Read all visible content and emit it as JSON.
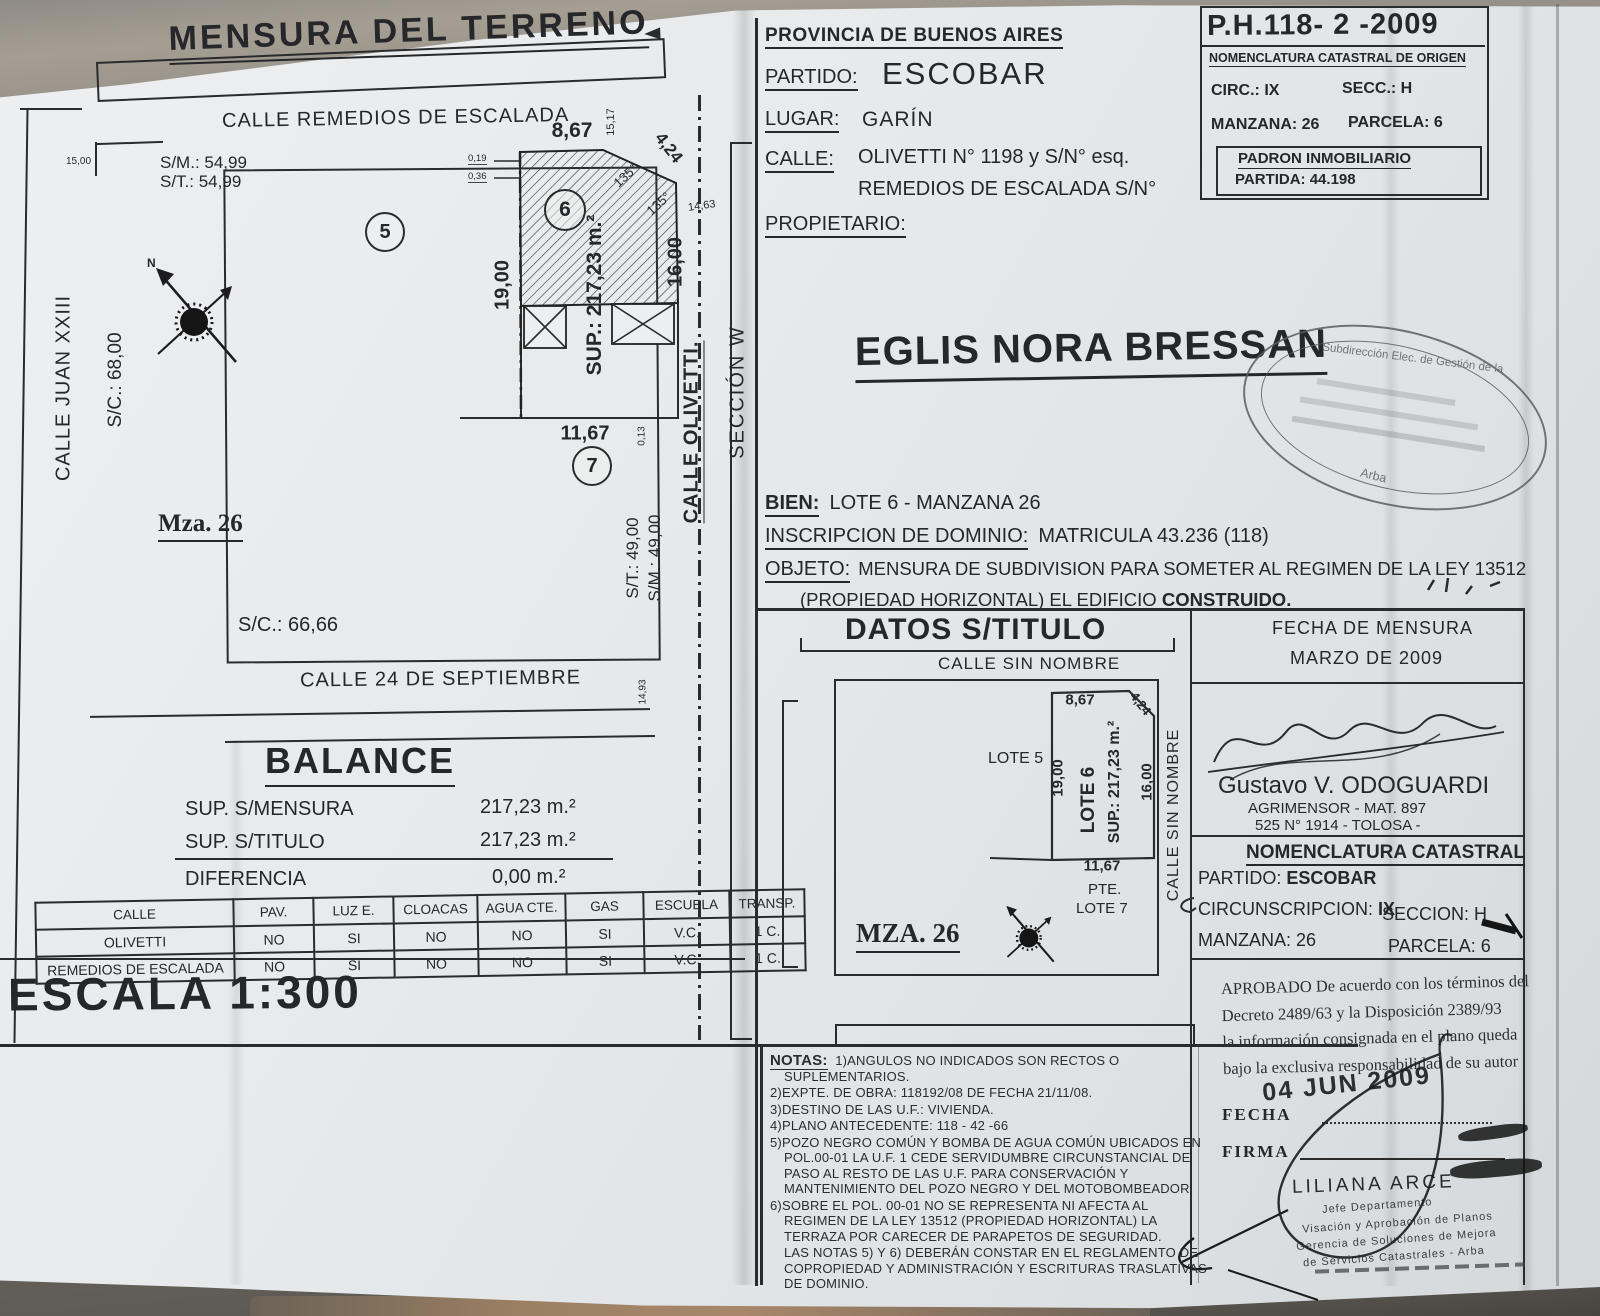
{
  "plan": {
    "title": "MENSURA DEL TERRENO",
    "calle_top": "CALLE  REMEDIOS DE ESCALADA",
    "calle_left": "CALLE  JUAN XXIII",
    "sc_left": "S/C.: 68,00",
    "calle_bottom": "CALLE  24 DE SEPTIEMBRE",
    "calle_right": "CALLE  OLIVETTI.",
    "seccion": "SECCIÓN  W",
    "mza": "Mza. 26",
    "sm_top": "S/M.: 54,99",
    "st_top": "S/T.: 54,99",
    "sc_bottom": "S/C.: 66,66",
    "st_right": "S/T.: 49,00",
    "sm_right": "S/M.: 49,00",
    "north": "N",
    "lot5": "5",
    "lot6": "6",
    "lot7": "7",
    "sup": "SUP.: 217,23 m.²",
    "dims": {
      "d867": "8,67",
      "d1517": "15,17",
      "d424": "4,24",
      "d019": "0,19",
      "d036": "0,36",
      "d1500": "15,00",
      "d1900": "19,00",
      "d1600": "16,00",
      "d1463": "14,63",
      "d1167": "11,67",
      "d013": "0,13",
      "d1493": "14,93",
      "a135a": "135°",
      "a135b": "135°"
    }
  },
  "balance": {
    "title": "BALANCE",
    "rows": [
      {
        "label": "SUP. S/MENSURA",
        "value": "217,23 m.²"
      },
      {
        "label": "SUP. S/TITULO",
        "value": "217,23 m.²"
      },
      {
        "label": "DIFERENCIA",
        "value": "0,00 m.²"
      }
    ]
  },
  "services": {
    "headers": [
      "CALLE",
      "PAV.",
      "LUZ E.",
      "CLOACAS",
      "AGUA CTE.",
      "GAS",
      "ESCUELA",
      "TRANSP."
    ],
    "rows": [
      [
        "OLIVETTI",
        "NO",
        "SI",
        "NO",
        "NO",
        "SI",
        "V.C.",
        "1 C."
      ],
      [
        "REMEDIOS DE ESCALADA",
        "NO",
        "SI",
        "NO",
        "NO",
        "SI",
        "V.C.",
        "1 C."
      ]
    ]
  },
  "escala": "ESCALA 1:300",
  "header": {
    "provincia": "PROVINCIA DE BUENOS AIRES",
    "partido_label": "PARTIDO:",
    "partido_value": "ESCOBAR",
    "lugar_label": "LUGAR:",
    "lugar_value": "GARÍN",
    "calle_label": "CALLE:",
    "calle_value1": "OLIVETTI N° 1198 y S/N° esq.",
    "calle_value2": "REMEDIOS DE ESCALADA S/N°",
    "propietario_label": "PROPIETARIO:",
    "owner": "EGLIS NORA BRESSAN"
  },
  "ph": {
    "code": "P.H.118- 2  -2009",
    "subtitle": "NOMENCLATURA CATASTRAL DE ORIGEN",
    "circ": "CIRC.: IX",
    "secc": "SECC.: H",
    "manzana": "MANZANA: 26",
    "parcela": "PARCELA: 6",
    "padron": "PADRON INMOBILIARIO",
    "partida": "PARTIDA: 44.198"
  },
  "stamp": {
    "arc": "Subdirección Elec. de Gestión de la",
    "bottom": "Arba"
  },
  "dominio": {
    "bien_label": "BIEN:",
    "bien_value": "LOTE 6 - MANZANA 26",
    "inscripcion_label": "INSCRIPCION DE DOMINIO:",
    "inscripcion_value": "MATRICULA 43.236 (118)",
    "objeto_label": "OBJETO:",
    "objeto_value": "MENSURA DE SUBDIVISION PARA SOMETER AL REGIMEN DE LA LEY 13512",
    "objeto_value2": "(PROPIEDAD HORIZONTAL) EL EDIFICIO",
    "objeto_bold": "CONSTRUIDO."
  },
  "datos": {
    "title": "DATOS S/TITULO",
    "calle_top": "CALLE  SIN NOMBRE",
    "calle_right": "CALLE  SIN NOMBRE",
    "lote5": "LOTE 5",
    "lote6": "LOTE 6",
    "lote7": "LOTE 7",
    "pte": "PTE.",
    "sup": "SUP.: 217,23 m.²",
    "mza": "MZA. 26",
    "d867": "8,67",
    "d424": "4,24",
    "d1900": "19,00",
    "d1600": "16,00",
    "d1167": "11,67"
  },
  "mensura": {
    "fecha_title": "FECHA DE MENSURA",
    "fecha_value": "MARZO DE 2009",
    "surveyor": "Gustavo V. ODOGUARDI",
    "mat": "AGRIMENSOR - MAT. 897",
    "addr": "525 N° 1914 - TOLOSA -"
  },
  "nomenclatura": {
    "title": "NOMENCLATURA CATASTRAL",
    "partido_label": "PARTIDO:",
    "partido_value": "ESCOBAR",
    "circ_label": "CIRCUNSCRIPCION:",
    "circ_value": "IX",
    "seccion": "SECCION: H",
    "manzana": "MANZANA: 26",
    "parcela": "PARCELA: 6"
  },
  "aprobado": {
    "line1": "APROBADO De acuerdo con los términos del",
    "line2": "Decreto 2489/63 y la Disposición 2389/93",
    "line3": "la información consignada en el plano queda",
    "line4": "bajo la exclusiva responsabilidad de su autor",
    "date_stamp": "04 JUN 2009",
    "fecha_label": "FECHA",
    "firma_label": "FIRMA",
    "stamp_name": "LILIANA ARCE",
    "stamp_l2": "Jefe Departamento",
    "stamp_l3": "Visación y Aprobación de Planos",
    "stamp_l4": "Gerencia de Soluciones de Mejora",
    "stamp_l5": "de Servicios Catastrales - Arba"
  },
  "notas": {
    "label": "NOTAS:",
    "items": [
      "1)ANGULOS NO INDICADOS SON RECTOS O SUPLEMENTARIOS.",
      "2)EXPTE. DE OBRA: 118192/08 DE FECHA 21/11/08.",
      "3)DESTINO DE LAS U.F.: VIVIENDA.",
      "4)PLANO ANTECEDENTE: 118 - 42 -66",
      "5)POZO NEGRO COMÚN Y BOMBA DE AGUA COMÚN UBICADOS EN POL.00-01 LA U.F. 1 CEDE SERVIDUMBRE CIRCUNSTANCIAL DE PASO AL RESTO DE LAS U.F. PARA CONSERVACIÓN Y MANTENIMIENTO DEL POZO NEGRO Y DEL MOTOBOMBEADOR.",
      "6)SOBRE EL POL. 00-01 NO SE REPRESENTA NI AFECTA AL REGIMEN DE LA LEY 13512 (PROPIEDAD HORIZONTAL) LA TERRAZA POR CARECER DE PARAPETOS DE SEGURIDAD.",
      "LAS NOTAS 5) Y 6) DEBERÁN CONSTAR EN EL REGLAMENTO DE COPROPIEDAD Y ADMINISTRACIÓN Y ESCRITURAS TRASLATIVAS DE DOMINIO."
    ]
  }
}
